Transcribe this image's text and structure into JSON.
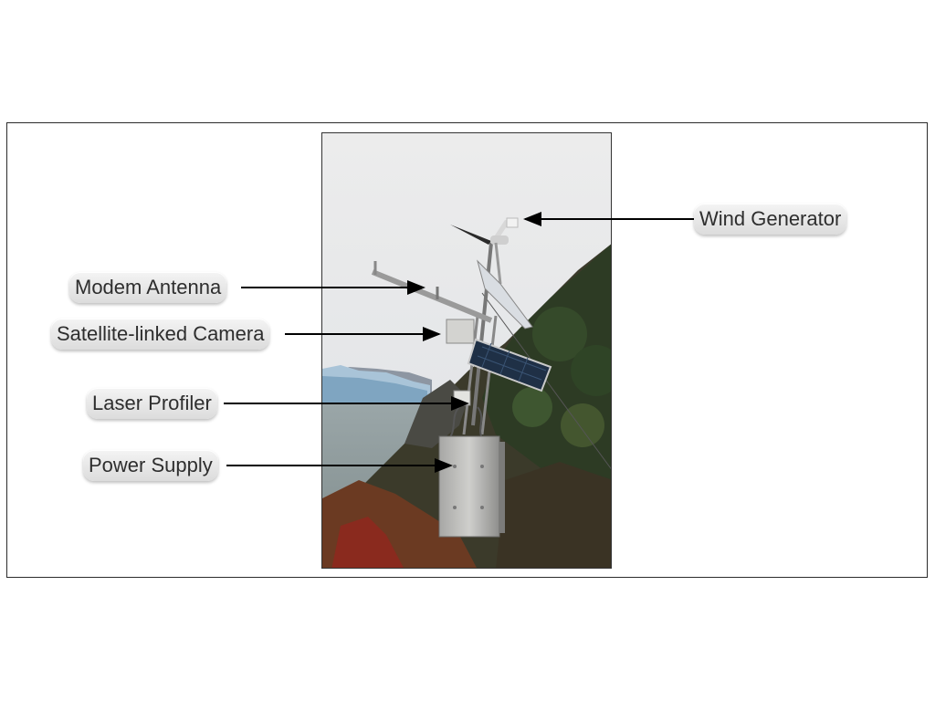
{
  "labels": {
    "wind_generator": "Wind Generator",
    "modem_antenna": "Modem Antenna",
    "satellite_camera": "Satellite-linked Camera",
    "laser_profiler": "Laser Profiler",
    "power_supply": "Power Supply"
  },
  "colors": {
    "label_text": "#2e2e2e",
    "arrow": "#000000",
    "frame_border": "#2b2b2b"
  }
}
